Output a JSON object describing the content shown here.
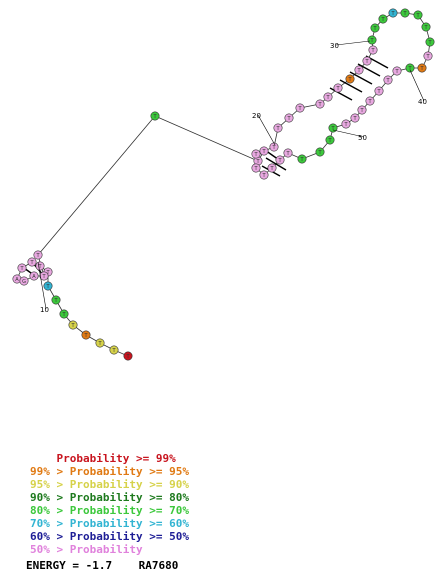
{
  "nucleotides": [
    {
      "label": "T",
      "color": "#d96bbf"
    },
    {
      "label": "T",
      "color": "#d96bbf"
    },
    {
      "label": "T",
      "color": "#d96bbf"
    },
    {
      "label": "T",
      "color": "#d96bbf"
    },
    {
      "label": "T",
      "color": "#d96bbf"
    },
    {
      "label": "T",
      "color": "#d96bbf"
    },
    {
      "label": "T",
      "color": "#d96bbf"
    },
    {
      "label": "T",
      "color": "#d96bbf"
    },
    {
      "label": "T",
      "color": "#d96bbf"
    },
    {
      "label": "T",
      "color": "#d96bbf"
    },
    {
      "label": "T",
      "color": "#d96bbf"
    },
    {
      "label": "T",
      "color": "#d96bbf"
    },
    {
      "label": "A",
      "color": "#d96bbf"
    },
    {
      "label": "G",
      "color": "#d96bbf"
    },
    {
      "label": "A",
      "color": "#d96bbf"
    },
    {
      "label": "T",
      "color": "#d96bbf"
    },
    {
      "label": "T",
      "color": "#d96bbf"
    },
    {
      "label": "T",
      "color": "#d96bbf"
    },
    {
      "label": "T",
      "color": "#d96bbf"
    },
    {
      "label": "T",
      "color": "#d96bbf"
    },
    {
      "label": "T",
      "color": "#d96bbf"
    },
    {
      "label": "T",
      "color": "#d96bbf"
    },
    {
      "label": "T",
      "color": "#d96bbf"
    },
    {
      "label": "T",
      "color": "#d96bbf"
    },
    {
      "label": "T",
      "color": "#d96bbf"
    },
    {
      "label": "T",
      "color": "#d96bbf"
    },
    {
      "label": "T",
      "color": "#d96bbf"
    },
    {
      "label": "T",
      "color": "#d96bbf"
    },
    {
      "label": "T",
      "color": "#d96bbf"
    },
    {
      "label": "T",
      "color": "#d96bbf"
    },
    {
      "label": "T",
      "color": "#d96bbf"
    },
    {
      "label": "T",
      "color": "#d96bbf"
    },
    {
      "label": "T",
      "color": "#d96bbf"
    },
    {
      "label": "T",
      "color": "#d96bbf"
    },
    {
      "label": "T",
      "color": "#d96bbf"
    },
    {
      "label": "T",
      "color": "#d96bbf"
    },
    {
      "label": "T",
      "color": "#d96bbf"
    },
    {
      "label": "T",
      "color": "#d96bbf"
    },
    {
      "label": "T",
      "color": "#d96bbf"
    },
    {
      "label": "T",
      "color": "#d96bbf"
    },
    {
      "label": "T",
      "color": "#d96bbf"
    },
    {
      "label": "T",
      "color": "#d96bbf"
    },
    {
      "label": "T",
      "color": "#d96bbf"
    },
    {
      "label": "T",
      "color": "#d96bbf"
    },
    {
      "label": "T",
      "color": "#d96bbf"
    },
    {
      "label": "T",
      "color": "#d96bbf"
    },
    {
      "label": "T",
      "color": "#d96bbf"
    },
    {
      "label": "T",
      "color": "#d96bbf"
    },
    {
      "label": "T",
      "color": "#d96bbf"
    },
    {
      "label": "T",
      "color": "#d96bbf"
    },
    {
      "label": "T",
      "color": "#d96bbf"
    },
    {
      "label": "T",
      "color": "#d96bbf"
    },
    {
      "label": "T",
      "color": "#d96bbf"
    },
    {
      "label": "T",
      "color": "#d96bbf"
    },
    {
      "label": "T",
      "color": "#d96bbf"
    },
    {
      "label": "T",
      "color": "#d96bbf"
    },
    {
      "label": "T",
      "color": "#d96bbf"
    },
    {
      "label": "T",
      "color": "#d96bbf"
    },
    {
      "label": "T",
      "color": "#d96bbf"
    },
    {
      "label": "T",
      "color": "#d96bbf"
    },
    {
      "label": "T",
      "color": "#d96bbf"
    }
  ],
  "position_labels": [
    "10",
    "20",
    "30",
    "40",
    "50"
  ],
  "legend": [
    {
      "text": "    Probability >= 99%",
      "color": "#c8141e"
    },
    {
      "text": "99% > Probability >= 95%",
      "color": "#e07a14"
    },
    {
      "text": "95% > Probability >= 90%",
      "color": "#d6d24a"
    },
    {
      "text": "90% > Probability >= 80%",
      "color": "#1e7a1e"
    },
    {
      "text": "80% > Probability >= 70%",
      "color": "#3cc83c"
    },
    {
      "text": "70% > Probability >= 60%",
      "color": "#32b4d2"
    },
    {
      "text": "60% > Probability >= 50%",
      "color": "#1e1e96"
    },
    {
      "text": "50% > Probability",
      "color": "#e082dc"
    }
  ],
  "energy_text": "ENERGY = -1.7    RA7680"
}
